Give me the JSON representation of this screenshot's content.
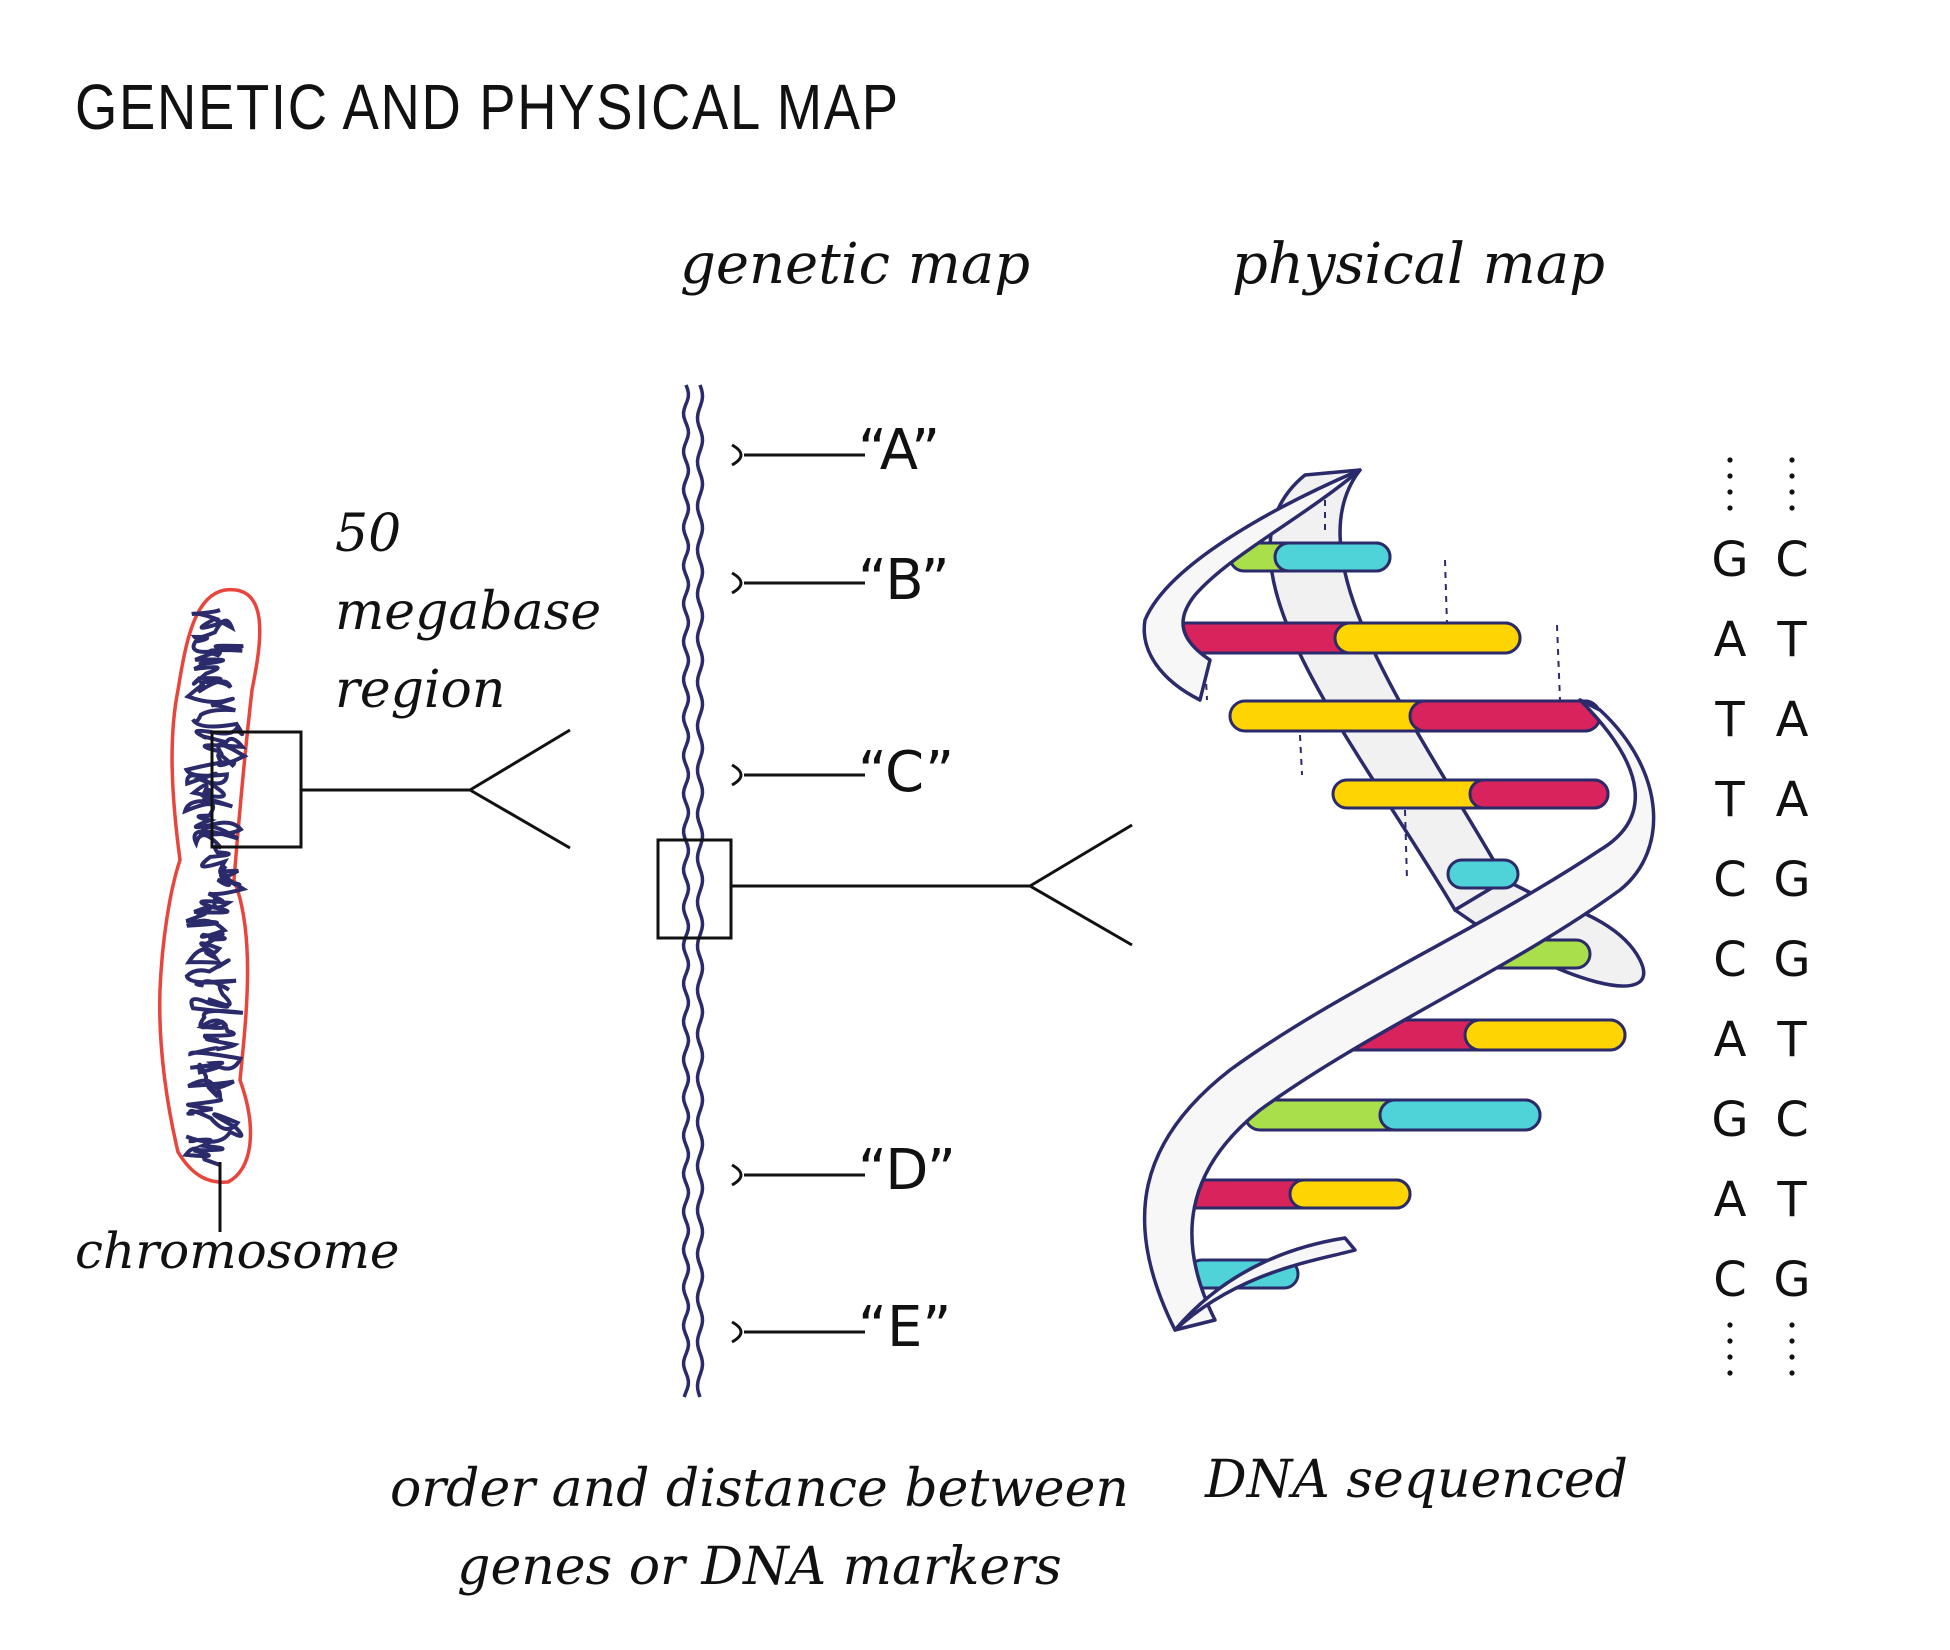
{
  "title": "GENETIC AND PHYSICAL MAP",
  "genetic_map": {
    "title": "genetic map",
    "markers": [
      "“A”",
      "“B”",
      "“C”",
      "“D”",
      "“E”"
    ],
    "caption_line1": "order and distance between",
    "caption_line2": "genes or DNA markers"
  },
  "physical_map": {
    "title": "physical map",
    "caption": "DNA sequenced"
  },
  "chromosome": {
    "label": "chromosome",
    "region_line1": "50",
    "region_line2": "megabase",
    "region_line3": "region"
  },
  "sequence": {
    "left": [
      "G",
      "A",
      "T",
      "T",
      "C",
      "C",
      "A",
      "G",
      "A",
      "C"
    ],
    "right": [
      "C",
      "T",
      "A",
      "A",
      "G",
      "G",
      "T",
      "C",
      "T",
      "G"
    ]
  },
  "colors": {
    "outline": "#2b2a6b",
    "chromosome_outline": "#e8453c",
    "pink": "#d8235c",
    "yellow": "#ffd400",
    "cyan": "#4fd3d9",
    "green": "#a9df4a"
  }
}
